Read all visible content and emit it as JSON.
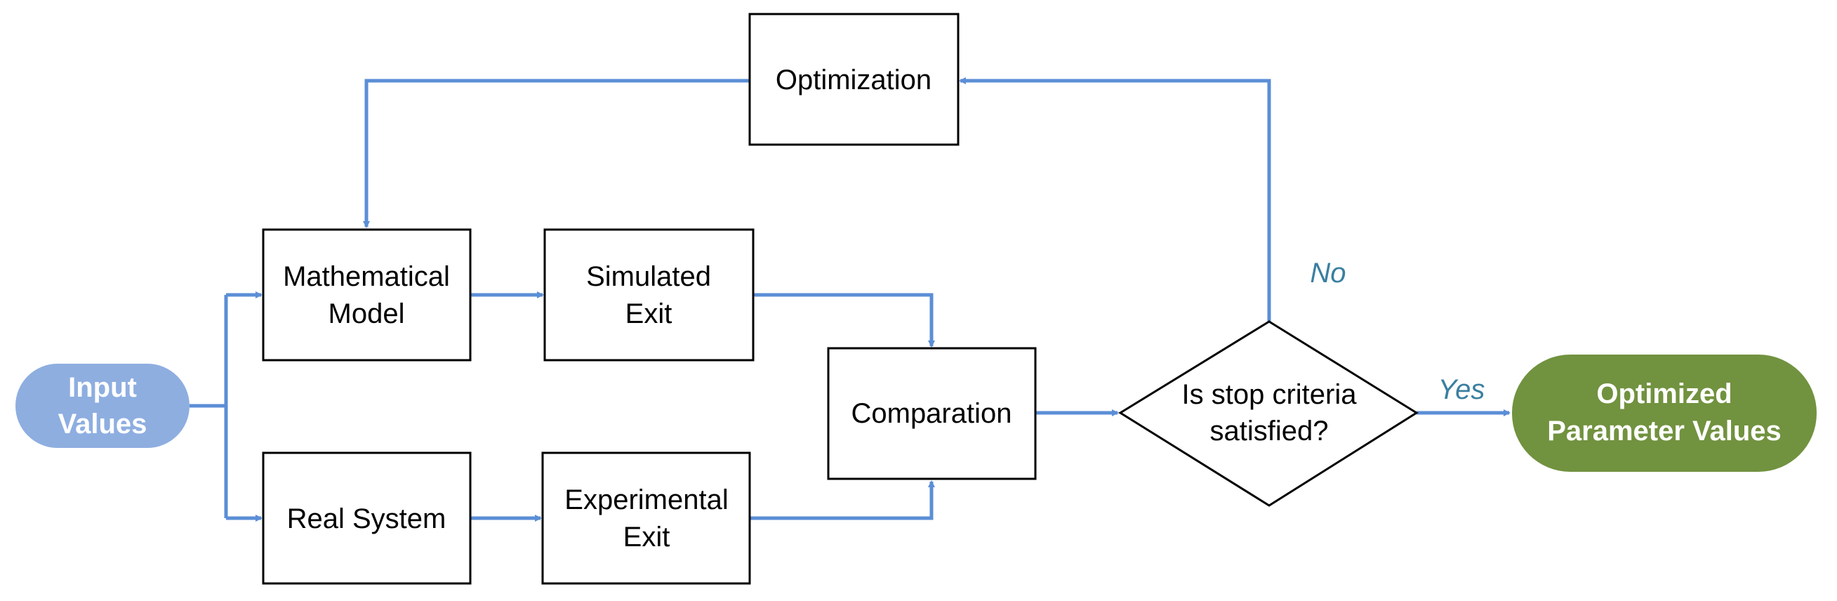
{
  "nodes": {
    "input": {
      "line1": "Input",
      "line2": "Values"
    },
    "math_model": {
      "line1": "Mathematical",
      "line2": "Model"
    },
    "real_system": {
      "line1": "Real System"
    },
    "simulated_exit": {
      "line1": "Simulated",
      "line2": "Exit"
    },
    "experimental_exit": {
      "line1": "Experimental",
      "line2": "Exit"
    },
    "comparation": {
      "line1": "Comparation"
    },
    "decision": {
      "line1": "Is stop criteria",
      "line2": "satisfied?"
    },
    "optimization": {
      "line1": "Optimization"
    },
    "output": {
      "line1": "Optimized",
      "line2": "Parameter Values"
    }
  },
  "branches": {
    "no": "No",
    "yes": "Yes"
  },
  "colors": {
    "arrow": "#5B8ED6",
    "input_fill": "#8EAEE0",
    "output_fill": "#71923F",
    "branch_text": "#3A7FA0",
    "box_stroke": "#000000"
  }
}
